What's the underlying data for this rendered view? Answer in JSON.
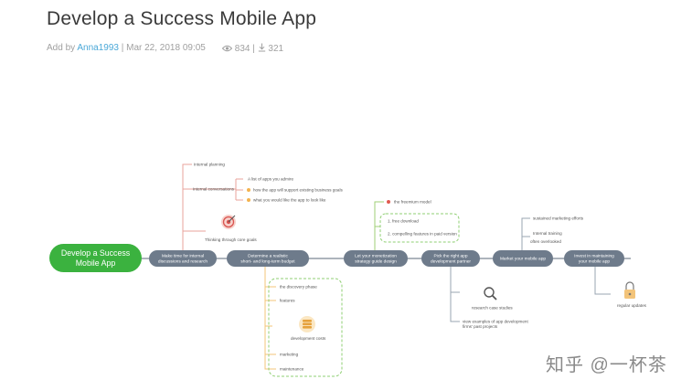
{
  "header": {
    "title": "Develop a Success Mobile App",
    "add_by_prefix": "Add by ",
    "author": "Anna1993",
    "date": " | Mar 22, 2018 09:05",
    "views": "834",
    "separator": " | ",
    "downloads": "321"
  },
  "colors": {
    "root": "#3bb23f",
    "stage": "#6e7b8b",
    "trunk": "#7c8794",
    "branch_red": "#e8a39b",
    "branch_green": "#9fcf74",
    "branch_orange": "#f3c47a",
    "branch_blue": "#9aa6b2",
    "dashed_box": "#8fcf73"
  },
  "mindmap": {
    "root": {
      "line1": "Develop a Success",
      "line2": "Mobile App"
    },
    "stages": [
      {
        "line1": "Make time for internal",
        "line2": "discussions and research"
      },
      {
        "line1": "Determine a realistic",
        "line2": "short- and long-term budget"
      },
      {
        "line1": "Let your monetization",
        "line2": "strategy guide design"
      },
      {
        "line1": "Pick the right app",
        "line2": "development partner"
      },
      {
        "line1": "Market your mobile app",
        "line2": ""
      },
      {
        "line1": "Invest in maintaining",
        "line2": "your mobile app"
      }
    ],
    "stage1_topics": {
      "internal_planning": "Internal planning",
      "internal_conversations": "Internal conversations",
      "conversation_items": [
        "A list of apps you admire",
        "how the app will support existing business goals",
        "what you would like the app to look like"
      ],
      "core_goals": "Thinking through core goals"
    },
    "stage2_topics": {
      "items": [
        "the discovery phase",
        "features"
      ],
      "costs": "development costs",
      "later_items": [
        "marketing",
        "maintenance"
      ]
    },
    "stage3_topics": {
      "freemium": "the freemium model",
      "items": [
        "1. free download",
        "2. compelling features in paid version"
      ]
    },
    "stage4_topics": {
      "case_studies": "research case studies",
      "examples_line1": "view examples of app development",
      "examples_line2": "firms' past projects"
    },
    "stage5_topics": {
      "sustained": "sustained marketing efforts",
      "internal_line1": "Internal training",
      "internal_line2": "often overlooked"
    },
    "stage6_topics": {
      "updates": "regular updates"
    }
  },
  "icons": {
    "views": "eye-icon",
    "downloads": "download-icon",
    "target": "target-icon",
    "coins": "coins-icon",
    "search": "magnifier-icon",
    "lock": "padlock-icon",
    "bullet": "info-bullet-icon"
  },
  "watermark": "知乎 @一杯茶"
}
